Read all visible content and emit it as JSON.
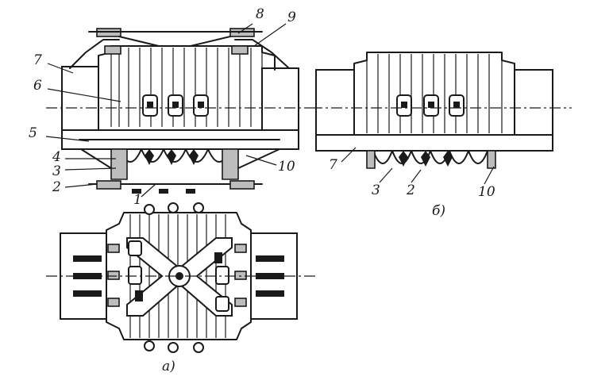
{
  "labels_top_left": {
    "l1": "1",
    "l2": "2",
    "l3": "3",
    "l4": "4",
    "l5": "5",
    "l6": "6",
    "l7": "7",
    "l8": "8",
    "l9": "9",
    "l10": "10"
  },
  "labels_right": {
    "l7": "7",
    "l3": "3",
    "l2": "2",
    "l10": "10",
    "caption": "б)"
  },
  "labels_bottom": {
    "caption": "а)"
  }
}
